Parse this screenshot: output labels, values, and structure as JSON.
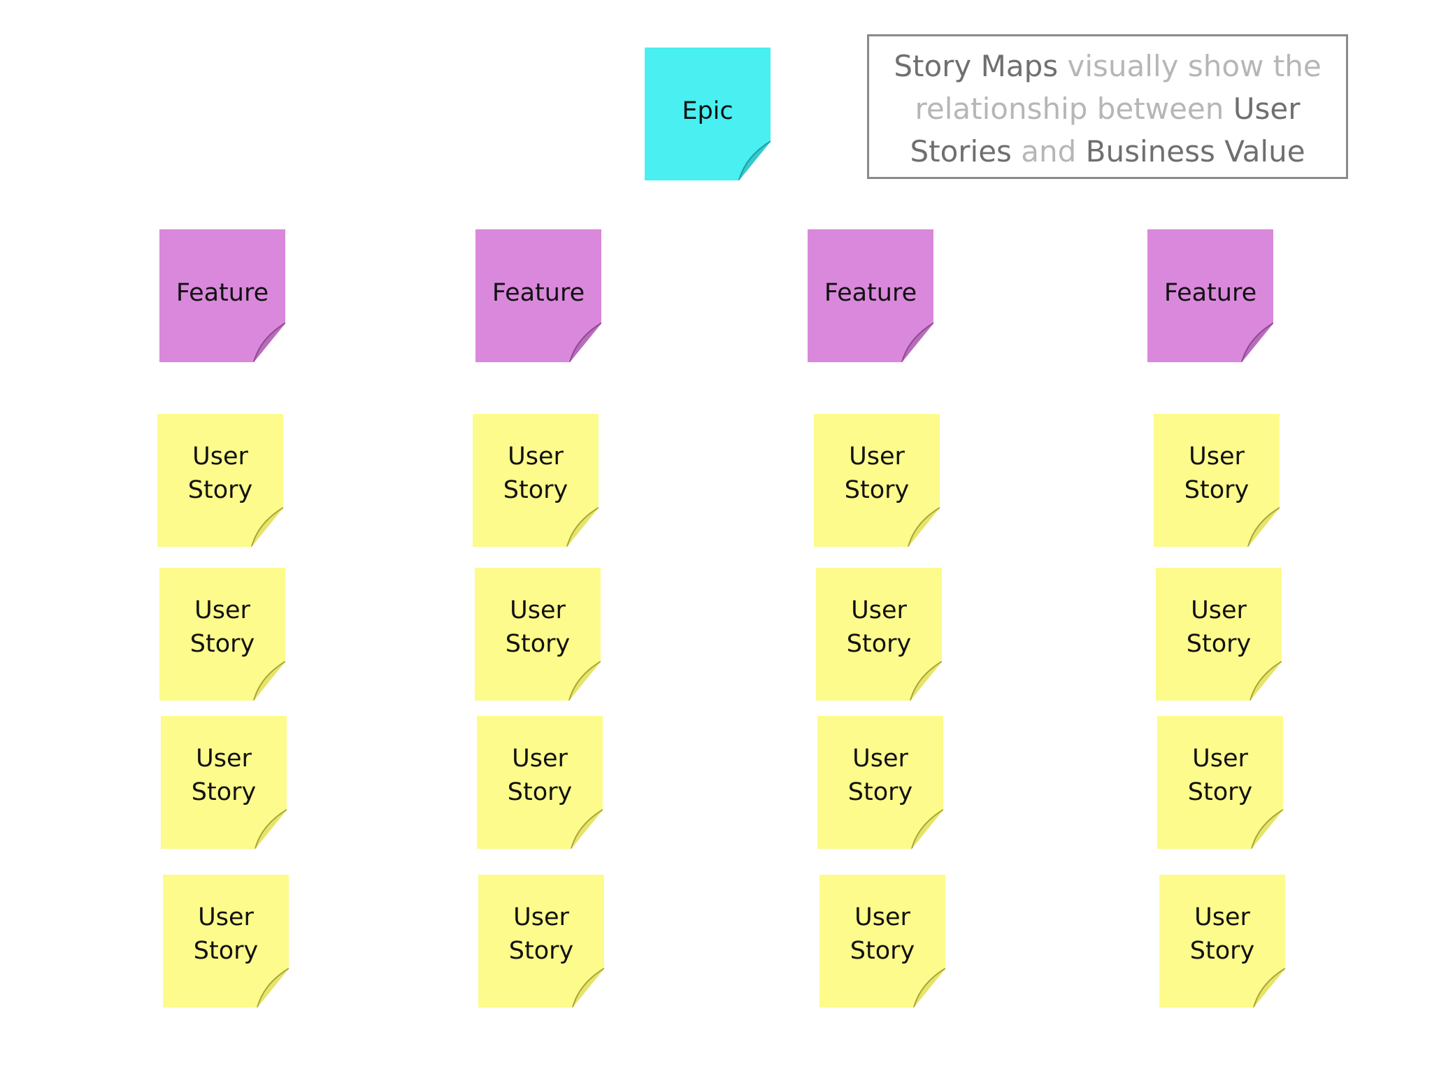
{
  "callout": {
    "segments": [
      {
        "text": "Story Maps",
        "style": "strong"
      },
      {
        "text": " visually show the relationship between ",
        "style": "light"
      },
      {
        "text": "User Stories",
        "style": "strong"
      },
      {
        "text": " and ",
        "style": "light"
      },
      {
        "text": "Business Value",
        "style": "strong"
      }
    ]
  },
  "epic": {
    "label": "Epic"
  },
  "features": [
    {
      "label": "Feature"
    },
    {
      "label": "Feature"
    },
    {
      "label": "Feature"
    },
    {
      "label": "Feature"
    }
  ],
  "columns": [
    {
      "stories": [
        "User\nStory",
        "User\nStory",
        "User\nStory",
        "User\nStory"
      ]
    },
    {
      "stories": [
        "User\nStory",
        "User\nStory",
        "User\nStory",
        "User\nStory"
      ]
    },
    {
      "stories": [
        "User\nStory",
        "User\nStory",
        "User\nStory",
        "User\nStory"
      ]
    },
    {
      "stories": [
        "User\nStory",
        "User\nStory",
        "User\nStory",
        "User\nStory"
      ]
    }
  ],
  "colors": {
    "epic": "#49eff1",
    "feature": "#da88dc",
    "story": "#fdfb8b",
    "callout_strong": "#6f6f6f",
    "callout_light": "#b6b6b6"
  }
}
